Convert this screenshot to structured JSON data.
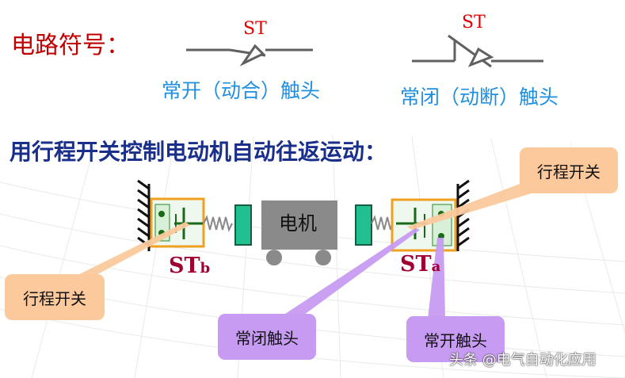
{
  "heading": "电路符号：",
  "symbols": {
    "normally_open": {
      "tag": "ST",
      "caption": "常开（动合）触头"
    },
    "normally_closed": {
      "tag": "ST",
      "caption": "常闭（动断）触头"
    }
  },
  "subtitle": "用行程开关控制电动机自动往返运动：",
  "motor_label": "电机",
  "switch_b": {
    "main": "ST",
    "sub": "b"
  },
  "switch_a": {
    "main": "ST",
    "sub": "a"
  },
  "callouts": {
    "travel_switch_right": "行程开关",
    "travel_switch_left": "行程开关",
    "nc_contact": "常闭触头",
    "no_contact": "常开触头"
  },
  "watermark": "头条 @电气自动化应用",
  "colors": {
    "heading": "#c00000",
    "symbol_tag": "#e00000",
    "caption": "#1f8fe0",
    "subtitle": "#1a2f8a",
    "switch_label": "#a00030",
    "orange_callout": "#fbc99c",
    "purple_callout": "#c79bf2",
    "motor": "#808080",
    "switch_frame": "#f0a020",
    "plate": "#20c090"
  }
}
